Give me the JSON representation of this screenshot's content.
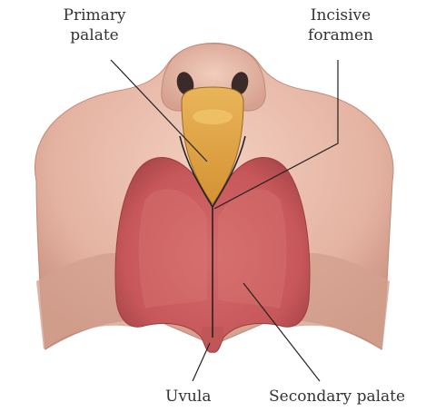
{
  "labels": {
    "primary_palate": [
      "Primary",
      "palate"
    ],
    "incisive_foramen": [
      "Incisive",
      "foramen"
    ],
    "uvula": "Uvula",
    "secondary_palate": "Secondary palate"
  },
  "colors": {
    "skin": "#e8b8a8",
    "skin_shadow": "#c99484",
    "lip_fold": "#d8a896",
    "primary_palate": "#e0a640",
    "secondary_palate": "#c9585a",
    "secondary_palate_dark": "#a94446",
    "nostril": "#3a2a2a",
    "leader_line": "#222222"
  }
}
